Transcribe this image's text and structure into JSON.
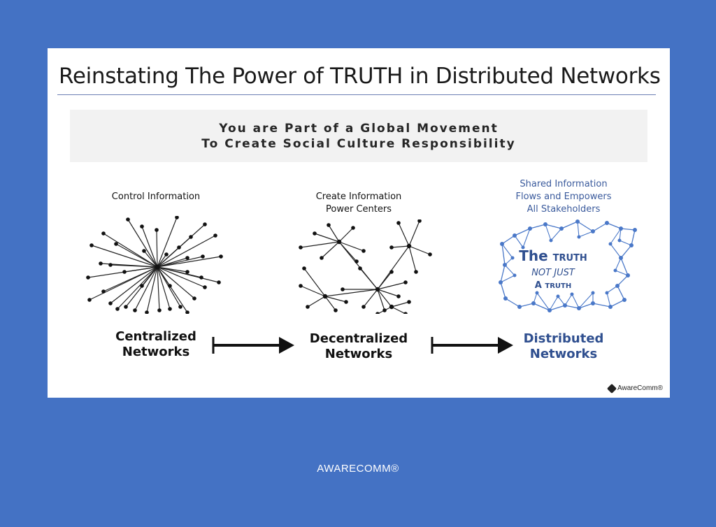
{
  "slide": {
    "title": "Reinstating The Power of TRUTH in Distributed Networks",
    "banner": {
      "line1": "You are Part of a Global Movement",
      "line2": "To Create Social Culture Responsibility"
    },
    "centralized": {
      "caption": "Control Information",
      "label_line1": "Centralized",
      "label_line2": "Networks"
    },
    "decentralized": {
      "caption_line1": "Create Information",
      "caption_line2": "Power Centers",
      "label_line1": "Decentralized",
      "label_line2": "Networks"
    },
    "distributed": {
      "caption_line1": "Shared Information",
      "caption_line2": "Flows and Empowers",
      "caption_line3": "All Stakeholders",
      "label_line1": "Distributed",
      "label_line2": "Networks",
      "truth_the": "The",
      "truth_word": "TRUTH",
      "truth_not_just": "NOT JUST",
      "truth_a": "A",
      "truth_word2": "TRUTH"
    },
    "logo_text": "AwareComm®",
    "colors": {
      "background": "#4472c4",
      "distributed_blue": "#2f4f8f",
      "node_blue": "#4a78c8"
    }
  },
  "footer": "AWARECOMM®"
}
